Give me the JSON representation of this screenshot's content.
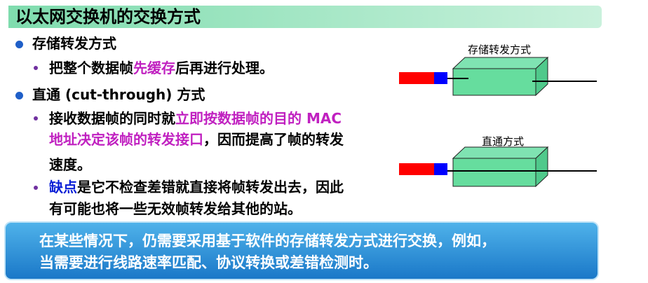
{
  "title": "以太网交换机的交换方式",
  "store_forward": {
    "heading": "存储转发方式",
    "sub_prefix": "把整个数据帧",
    "sub_highlight": "先缓存",
    "sub_suffix": "后再进行处理。"
  },
  "cut_through": {
    "heading": "直通 (cut-through) 方式",
    "line1_prefix": "接收数据帧的同时就",
    "line1_highlight": "立即按数据帧的目的 MAC",
    "line2_highlight": "地址决定该帧的转发接口",
    "line2_suffix": "，因而提高了帧的转发",
    "line3": "速度。",
    "line4_highlight": "缺点",
    "line4_suffix": "是它不检查差错就直接将帧转发出去，因此",
    "line5": "有可能也将一些无效帧转发给其他的站。"
  },
  "note": {
    "line1": "在某些情况下，仍需要采用基于软件的存储转发方式进行交换，例如，",
    "line2": "当需要进行线路速率匹配、协议转换或差错检测时。"
  },
  "diagram": {
    "top_label": "存储转发方式",
    "bottom_label": "直通方式",
    "colors": {
      "box": "#66dd9e",
      "frame_red": "#ff0000",
      "frame_blue": "#0000ff"
    }
  }
}
